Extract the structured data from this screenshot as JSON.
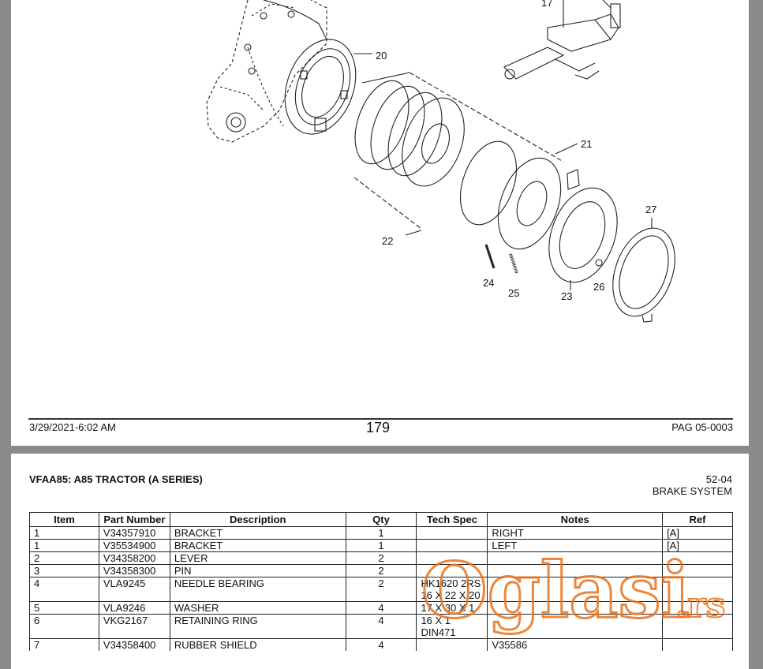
{
  "diagram": {
    "callouts": [
      "17",
      "20",
      "21",
      "22",
      "24",
      "25",
      "23",
      "26",
      "27"
    ]
  },
  "footer": {
    "date": "3/29/2021-6:02 AM",
    "page_number": "179",
    "page_code": "PAG 05-0003"
  },
  "header": {
    "title": "VFAA85: A85 TRACTOR (A SERIES)",
    "section_code": "52-04",
    "section_name": "BRAKE SYSTEM"
  },
  "table": {
    "columns": [
      "Item",
      "Part Number",
      "Description",
      "Qty",
      "Tech Spec",
      "Notes",
      "Ref"
    ],
    "rows": [
      [
        "1",
        "V34357910",
        "BRACKET",
        "1",
        "",
        "RIGHT",
        "[A]"
      ],
      [
        "1",
        "V35534900",
        "BRACKET",
        "1",
        "",
        "LEFT",
        "[A]"
      ],
      [
        "2",
        "V34358200",
        "LEVER",
        "2",
        "",
        "",
        ""
      ],
      [
        "3",
        "V34358300",
        "PIN",
        "2",
        "",
        "",
        ""
      ],
      [
        "4",
        "VLA9245",
        "NEEDLE BEARING",
        "2",
        "HK1620 2RS 16 X 22 X 20",
        "",
        ""
      ],
      [
        "5",
        "VLA9246",
        "WASHER",
        "4",
        "17 X 30 X 1",
        "",
        ""
      ],
      [
        "6",
        "VKG2167",
        "RETAINING RING",
        "4",
        "16 X 1 DIN471",
        "",
        ""
      ],
      [
        "7",
        "V34358400",
        "RUBBER SHIELD",
        "4",
        "",
        "V35586",
        ""
      ]
    ]
  },
  "watermark": {
    "brand": "Oglasi",
    "tld": ".rs",
    "color": "#e8731c"
  }
}
